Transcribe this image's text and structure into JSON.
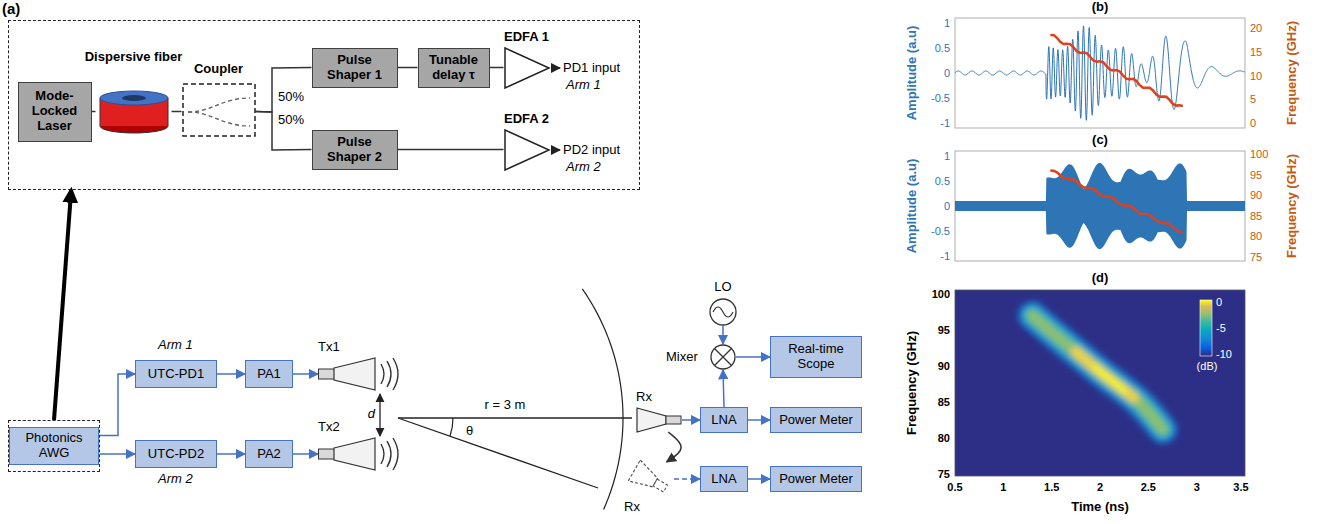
{
  "diagram": {
    "nodes": [
      {
        "text": [
          "(a)"
        ]
      },
      {
        "text": [
          "Mode-Locked Laser"
        ],
        "in": 0
      },
      {
        "text": [
          "Dispersive fiber"
        ],
        "in": 0
      },
      {
        "text": [
          "Coupler"
        ],
        "in": 0
      },
      {
        "text": [
          "Pulse Shaper 1"
        ],
        "in": 0
      },
      {
        "text": [
          "Tunable delay τ"
        ],
        "in": 0
      },
      {
        "text": [
          "EDFA 1"
        ],
        "in": 0
      },
      {
        "text": [
          "Pulse Shaper 2"
        ],
        "in": 0
      },
      {
        "text": [
          "EDFA 2"
        ],
        "in": 0
      },
      {
        "text": [
          "Photonics AWG"
        ]
      },
      {
        "text": [
          "UTC-PD1"
        ]
      },
      {
        "text": [
          "PA1"
        ]
      },
      {
        "text": [
          "Tx1"
        ]
      },
      {
        "text": [
          "UTC-PD2"
        ]
      },
      {
        "text": [
          "PA2"
        ]
      },
      {
        "text": [
          "Tx2"
        ]
      },
      {
        "text": [
          "LO"
        ]
      },
      {
        "text": [
          "Mixer"
        ]
      },
      {
        "text": [
          "Real-time Scope"
        ]
      },
      {
        "text": [
          "Rx"
        ]
      },
      {
        "text": [
          "LNA"
        ]
      },
      {
        "text": [
          "Power Meter"
        ]
      },
      {
        "text": [
          "Rx"
        ]
      },
      {
        "text": [
          "LNA"
        ]
      },
      {
        "text": [
          "Power Meter"
        ]
      }
    ],
    "edges": [
      {
        "from": 1,
        "to": 2,
        "arrow": "none"
      },
      {
        "from": 2,
        "to": 3,
        "arrow": "none"
      },
      {
        "from": 3,
        "to": 4,
        "arrow": "none"
      },
      {
        "from": 3,
        "to": 7,
        "arrow": "none"
      },
      {
        "from": 4,
        "to": 5,
        "arrow": "none"
      },
      {
        "from": 5,
        "to": 6,
        "arrow": "none"
      },
      {
        "from": 7,
        "to": 8,
        "arrow": "none"
      },
      {
        "from": 9,
        "to": 0,
        "arrow": "to"
      },
      {
        "from": 9,
        "to": 10,
        "arrow": "to"
      },
      {
        "from": 9,
        "to": 13,
        "arrow": "to"
      },
      {
        "from": 10,
        "to": 11,
        "arrow": "to"
      },
      {
        "from": 11,
        "to": 12,
        "arrow": "to"
      },
      {
        "from": 13,
        "to": 14,
        "arrow": "to"
      },
      {
        "from": 14,
        "to": 15,
        "arrow": "to"
      },
      {
        "from": 16,
        "to": 17,
        "arrow": "to"
      },
      {
        "from": 17,
        "to": 18,
        "arrow": "to"
      },
      {
        "from": 19,
        "to": 20,
        "arrow": "to"
      },
      {
        "from": 20,
        "to": 21,
        "arrow": "to"
      },
      {
        "from": 20,
        "to": 17,
        "arrow": "to"
      },
      {
        "from": 19,
        "to": 22,
        "arrow": "to"
      },
      {
        "from": 22,
        "to": 23,
        "arrow": "to"
      },
      {
        "from": 23,
        "to": 24,
        "arrow": "to"
      }
    ],
    "labels": [
      "50%",
      "50%",
      "PD1 input",
      "Arm 1",
      "PD2 input",
      "Arm 2",
      "Arm 1",
      "Arm 2",
      "d",
      "r = 3 m",
      "θ",
      "(b)",
      "Amplitude (a.u)",
      "Frequency (GHz)",
      "1",
      "0.5",
      "0",
      "-0.5",
      "-1",
      "20",
      "15",
      "10",
      "5",
      "0",
      "(c)",
      "Amplitude (a.u)",
      "Frequency (GHz)",
      "1",
      "0.5",
      "0",
      "-0.5",
      "-1",
      "100",
      "95",
      "90",
      "85",
      "80",
      "75",
      "(d)",
      "Frequency (GHz)",
      "Time (ns)",
      "100",
      "95",
      "90",
      "85",
      "80",
      "75",
      "0.5",
      "1",
      "1.5",
      "2",
      "2.5",
      "3",
      "3.5",
      "0",
      "-5",
      "-10",
      "(dB)"
    ]
  }
}
